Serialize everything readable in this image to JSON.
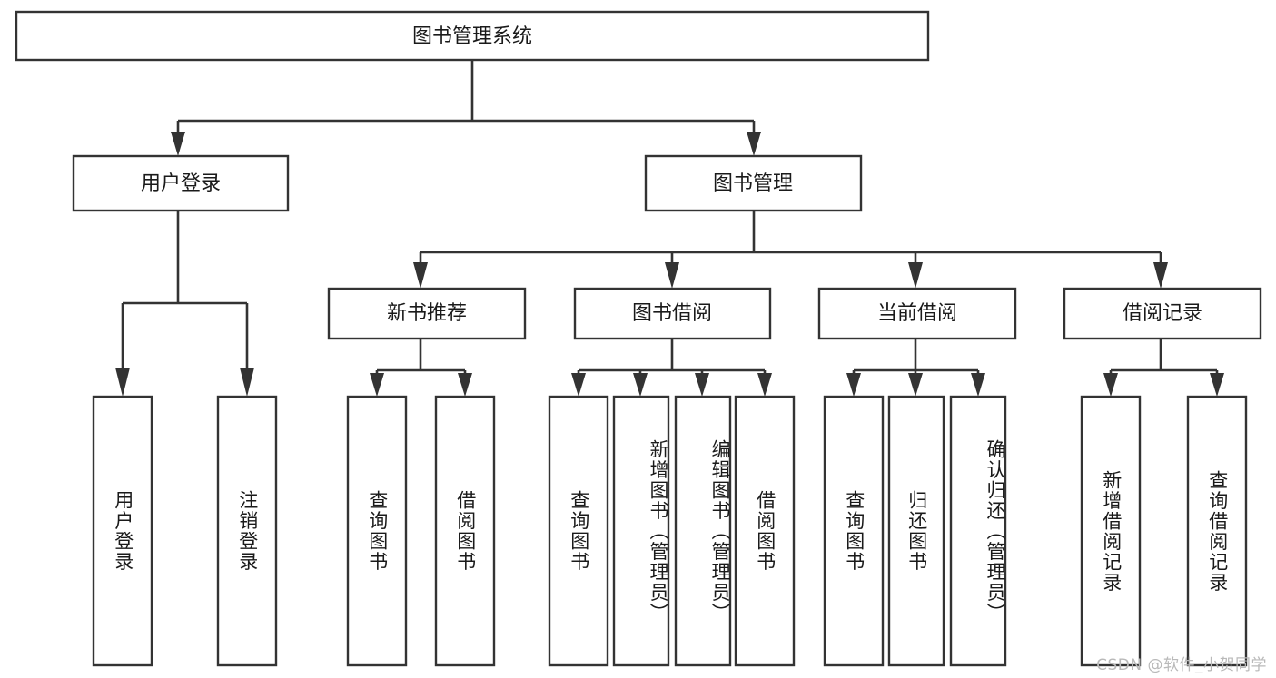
{
  "diagram": {
    "title": "图书管理系统",
    "type": "tree-hierarchy-diagram",
    "background_color": "#ffffff",
    "stroke_color": "#333333",
    "text_color": "#1a1a1a",
    "root": {
      "label": "图书管理系统"
    },
    "level1": [
      {
        "label": "用户登录"
      },
      {
        "label": "图书管理"
      }
    ],
    "level2": [
      {
        "label": "新书推荐"
      },
      {
        "label": "图书借阅"
      },
      {
        "label": "当前借阅"
      },
      {
        "label": "借阅记录"
      }
    ],
    "leaves": {
      "user_login": [
        {
          "label": "用户登录"
        },
        {
          "label": "注销登录"
        }
      ],
      "new_book_recommend": [
        {
          "label": "查询图书"
        },
        {
          "label": "借阅图书"
        }
      ],
      "book_borrow": [
        {
          "label": "查询图书"
        },
        {
          "label": "新增图书（管理员）"
        },
        {
          "label": "编辑图书（管理员）"
        },
        {
          "label": "借阅图书"
        }
      ],
      "current_borrow": [
        {
          "label": "查询图书"
        },
        {
          "label": "归还图书"
        },
        {
          "label": "确认归还（管理员）"
        }
      ],
      "borrow_record": [
        {
          "label": "新增借阅记录"
        },
        {
          "label": "查询借阅记录"
        }
      ]
    }
  },
  "watermark": {
    "text": "CSDN @软件_小贺同学"
  }
}
